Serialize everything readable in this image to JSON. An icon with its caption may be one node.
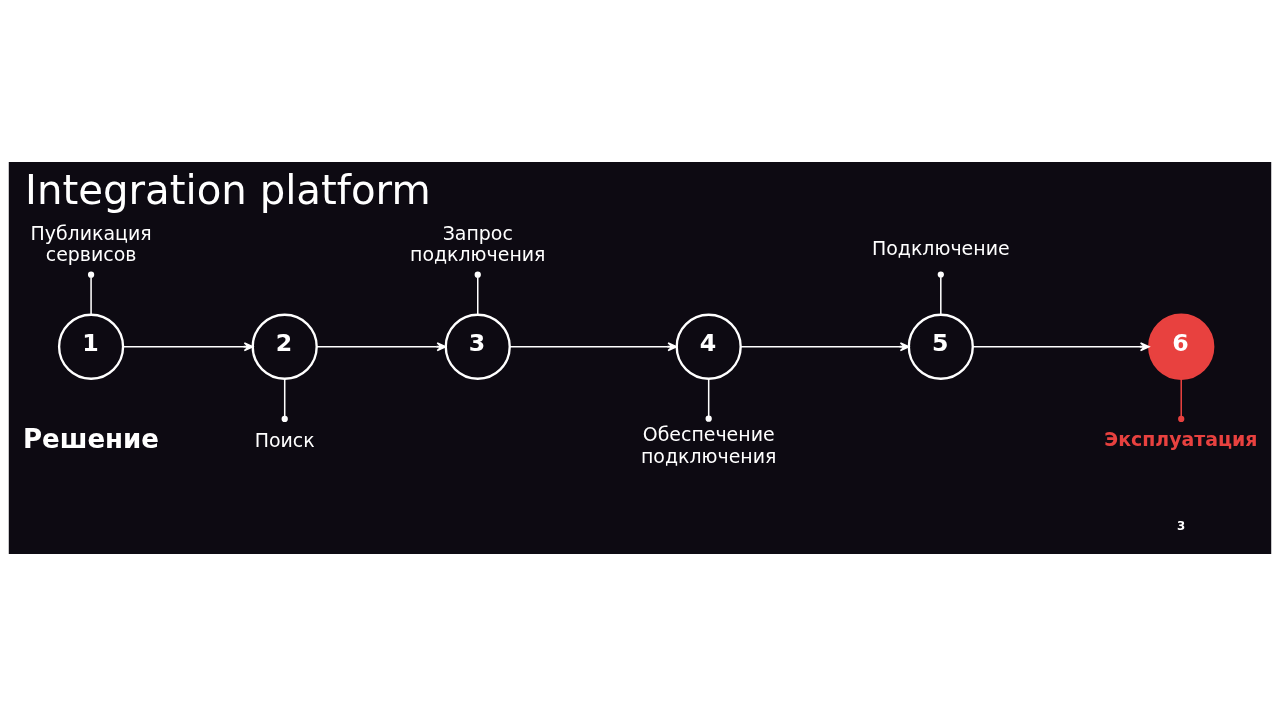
{
  "diagram": {
    "title": "Integration platform",
    "nodes": [
      {
        "text": [
          "1"
        ]
      },
      {
        "text": [
          "2"
        ]
      },
      {
        "text": [
          "3"
        ]
      },
      {
        "text": [
          "4"
        ]
      },
      {
        "text": [
          "5"
        ]
      },
      {
        "text": [
          "6"
        ]
      },
      {
        "text": [
          "Публикация сервисов"
        ]
      },
      {
        "text": [
          "Поиск"
        ]
      },
      {
        "text": [
          "Запрос подключения"
        ]
      },
      {
        "text": [
          "Обеспечение подключения"
        ]
      },
      {
        "text": [
          "Подключение"
        ]
      },
      {
        "text": [
          "Эксплуатация"
        ]
      }
    ],
    "edges": [
      {
        "from": 0,
        "to": 1,
        "arrow": "to"
      },
      {
        "from": 1,
        "to": 2,
        "arrow": "to"
      },
      {
        "from": 2,
        "to": 3,
        "arrow": "to"
      },
      {
        "from": 3,
        "to": 4,
        "arrow": "to"
      },
      {
        "from": 4,
        "to": 5,
        "arrow": "to"
      },
      {
        "from": 6,
        "to": 0,
        "arrow": "other"
      },
      {
        "from": 7,
        "to": 1,
        "arrow": "other"
      },
      {
        "from": 8,
        "to": 2,
        "arrow": "other"
      },
      {
        "from": 9,
        "to": 3,
        "arrow": "other"
      },
      {
        "from": 10,
        "to": 4,
        "arrow": "other"
      },
      {
        "from": 11,
        "to": 5,
        "arrow": "other",
        "color": "#e8413f"
      }
    ],
    "labels": [
      "Решение",
      "3"
    ]
  }
}
